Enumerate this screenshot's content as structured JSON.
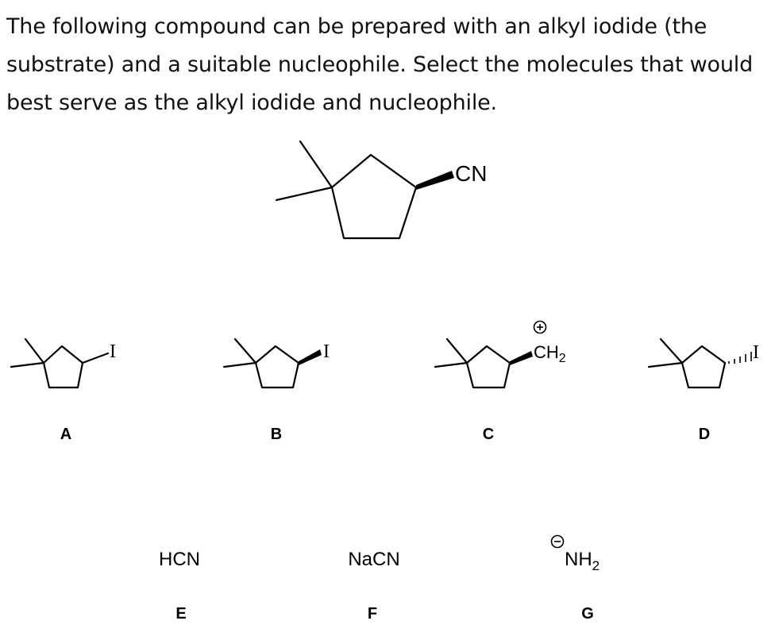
{
  "question": {
    "text": "The following compound can be prepared with an alkyl iodide (the substrate) and a suitable nucleophile. Select the molecules that would best serve as the alkyl iodide and nucleophile."
  },
  "target": {
    "substituent_label": "CN"
  },
  "substrates": [
    {
      "letter": "A",
      "label": "I"
    },
    {
      "letter": "B",
      "label": "I"
    },
    {
      "letter": "C",
      "label": "CH",
      "subscript": "2",
      "charge": "+"
    },
    {
      "letter": "D",
      "label": "I"
    }
  ],
  "nucleophiles": [
    {
      "letter": "E",
      "formula": "HCN"
    },
    {
      "letter": "F",
      "formula": "NaCN"
    },
    {
      "letter": "G",
      "formula": "NH",
      "subscript": "2",
      "charge": "−"
    }
  ]
}
